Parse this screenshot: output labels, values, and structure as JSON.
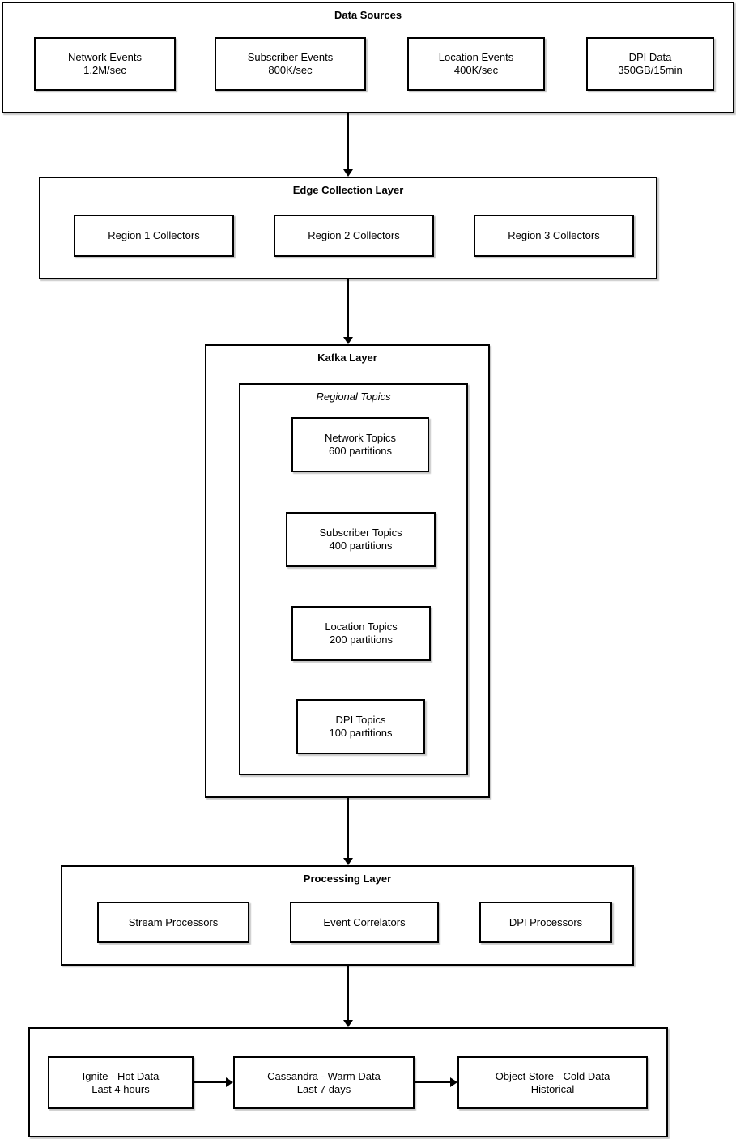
{
  "diagram": {
    "colors": {
      "stroke": "#000000",
      "fill": "#ffffff"
    },
    "data_sources": {
      "title": "Data Sources",
      "nodes": [
        {
          "name": "Network Events",
          "metric": "1.2M/sec"
        },
        {
          "name": "Subscriber Events",
          "metric": "800K/sec"
        },
        {
          "name": "Location Events",
          "metric": "400K/sec"
        },
        {
          "name": "DPI Data",
          "metric": "350GB/15min"
        }
      ]
    },
    "edge_collection": {
      "title": "Edge Collection Layer",
      "nodes": [
        {
          "name": "Region 1 Collectors"
        },
        {
          "name": "Region 2 Collectors"
        },
        {
          "name": "Region 3 Collectors"
        }
      ]
    },
    "kafka": {
      "title": "Kafka Layer",
      "regional_topics": {
        "title": "Regional Topics",
        "nodes": [
          {
            "name": "Network Topics",
            "metric": "600 partitions"
          },
          {
            "name": "Subscriber Topics",
            "metric": "400 partitions"
          },
          {
            "name": "Location Topics",
            "metric": "200 partitions"
          },
          {
            "name": "DPI Topics",
            "metric": "100 partitions"
          }
        ]
      }
    },
    "processing": {
      "title": "Processing Layer",
      "nodes": [
        {
          "name": "Stream Processors"
        },
        {
          "name": "Event Correlators"
        },
        {
          "name": "DPI Processors"
        }
      ]
    },
    "storage": {
      "nodes": [
        {
          "name": "Ignite - Hot Data",
          "metric": "Last 4 hours"
        },
        {
          "name": "Cassandra - Warm Data",
          "metric": "Last 7 days"
        },
        {
          "name": "Object Store - Cold Data",
          "metric": "Historical"
        }
      ]
    }
  }
}
